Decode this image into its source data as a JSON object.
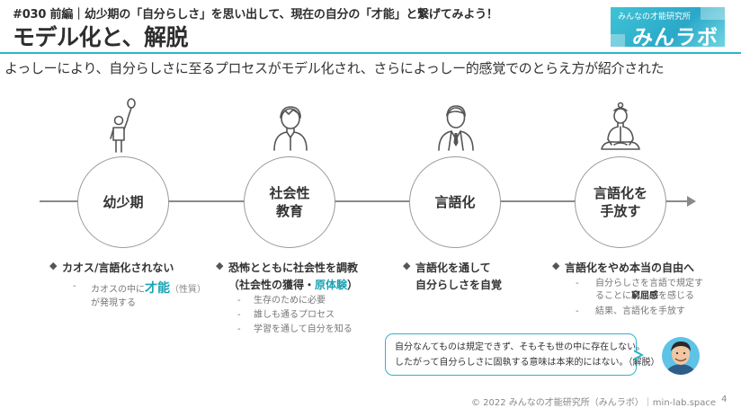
{
  "header": {
    "episode": "#030 前編｜幼少期の「自分らしさ」を思い出して、現在の自分の「才能」と繋げてみよう！",
    "title": "モデル化と、解脱"
  },
  "logo": {
    "small": "みんなの才能研究所",
    "big": "みんラボ"
  },
  "subtitle": "よっしーにより、自分らしさに至るプロセスがモデル化され、さらによっしー的感覚でのとらえ方が紹介された",
  "stages": [
    {
      "label": "幼少期",
      "figure_icon": "child-with-balloon-icon"
    },
    {
      "label": "社会性\n教育",
      "figure_icon": "young-man-icon"
    },
    {
      "label": "言語化",
      "figure_icon": "man-in-suit-icon"
    },
    {
      "label": "言語化を\n手放す",
      "figure_icon": "meditating-buddha-icon"
    }
  ],
  "details": {
    "col1": {
      "head": "カオス/言語化されない",
      "item1_pre": "カオスの中に",
      "item1_highlight": "才能",
      "item1_post": "（性質）",
      "item1_cont": "が発現する"
    },
    "col2": {
      "head": "恐怖とともに社会性を調教",
      "subhead_open": "（社会性の獲得・",
      "subhead_bold": "原体験",
      "subhead_close": "）",
      "items": [
        "生存のために必要",
        "誰しも通るプロセス",
        "学習を通して自分を知る"
      ]
    },
    "col3": {
      "head": "言語化を通して",
      "subhead": "自分らしさを自覚"
    },
    "col4": {
      "head": "言語化をやめ本当の自由へ",
      "item1_line1": "自分らしさを言語で規定す",
      "item1_line2_pre": "ることに",
      "item1_line2_bold": "窮屈感",
      "item1_line2_post": "を感じる",
      "item2": "結果、言語化を手放す"
    }
  },
  "bubble": {
    "line1": "自分なんてものは規定できず、そもそも世の中に存在しない。",
    "line2": "したがって自分らしさに固執する意味は本来的にはない。（解脱）"
  },
  "footer": {
    "copyright": "©  2022 みんなの才能研究所（みんラボ）｜min-lab.space",
    "page": "4"
  },
  "colors": {
    "accent": "#29b6c9",
    "text": "#333333",
    "muted": "#777777",
    "line": "#8a8a8a"
  }
}
